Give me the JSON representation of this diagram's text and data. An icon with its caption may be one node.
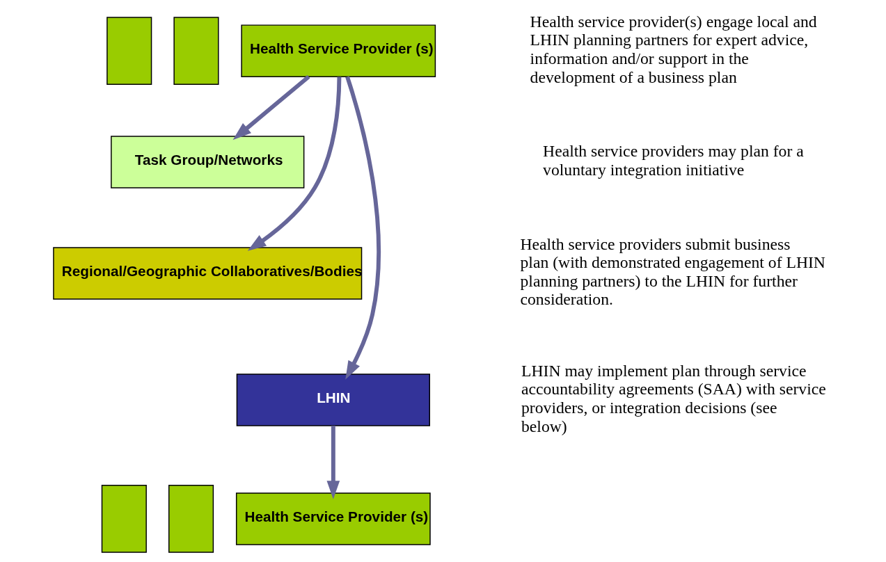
{
  "diagram": {
    "nodes": [
      {
        "text": [],
        "shape": "box"
      },
      {
        "text": [],
        "shape": "box"
      },
      {
        "text": [
          "Health Service Provider (s)"
        ]
      },
      {
        "text": [
          "Task Group/Networks"
        ]
      },
      {
        "text": [
          "Regional/Geographic Collaboratives/Bodies"
        ]
      },
      {
        "text": [
          "LHIN"
        ]
      },
      {
        "text": [],
        "shape": "box"
      },
      {
        "text": [],
        "shape": "box"
      },
      {
        "text": [
          "Health Service Provider (s)"
        ]
      }
    ],
    "edges": [
      {
        "from": 2,
        "to": 3,
        "arrow": "to"
      },
      {
        "from": 2,
        "to": 4,
        "arrow": "to"
      },
      {
        "from": 2,
        "to": 5,
        "arrow": "to"
      },
      {
        "from": 5,
        "to": 8,
        "arrow": "to"
      }
    ],
    "labels": [
      "Health service provider(s) engage local and LHIN planning partners for expert advice, information and/or support in the development of a business plan",
      "Health service providers may plan for a voluntary integration initiative",
      "Health service providers submit business plan (with demonstrated engagement of LHIN planning partners) to the LHIN for further consideration.",
      "LHIN may implement plan through service accountability agreements (SAA) with service providers, or integration decisions (see below)"
    ]
  }
}
